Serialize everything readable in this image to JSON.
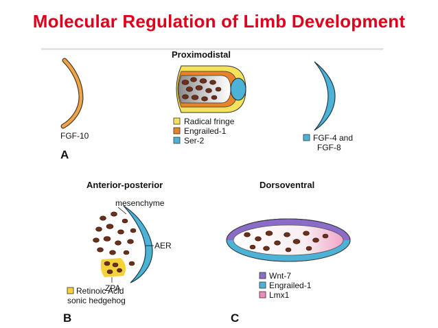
{
  "title": "Molecular Regulation of Limb Development",
  "panels": {
    "fgf10": {
      "label": "FGF-10",
      "letter": "A"
    },
    "proximodistal": {
      "heading": "Proximodistal",
      "legend": [
        {
          "text": "Radical fringe",
          "color": "#f3e35a"
        },
        {
          "text": "Engrailed-1",
          "color": "#e8832a"
        },
        {
          "text": "Ser-2",
          "color": "#4db3d6"
        }
      ]
    },
    "fgf48": {
      "label_line1": "FGF-4 and",
      "label_line2": "FGF-8",
      "swatch": "#4db3d6"
    },
    "anterior_posterior": {
      "heading": "Anterior-posterior",
      "mesenchyme": "mesenchyme",
      "aer": "AER",
      "zpa": "ZPA",
      "legend_line1": "Retinoic Acid",
      "legend_line2": "sonic hedgehog",
      "swatch": "#f5d23c",
      "letter": "B"
    },
    "dorsoventral": {
      "heading": "Dorsoventral",
      "legend": [
        {
          "text": "Wnt-7",
          "color": "#8b6cc8"
        },
        {
          "text": "Engrailed-1",
          "color": "#4db3d6"
        },
        {
          "text": "Lmx1",
          "color": "#f08ab8"
        }
      ],
      "letter": "C"
    }
  },
  "colors": {
    "title": "#e0001b",
    "cell": "#6b2f1a"
  }
}
